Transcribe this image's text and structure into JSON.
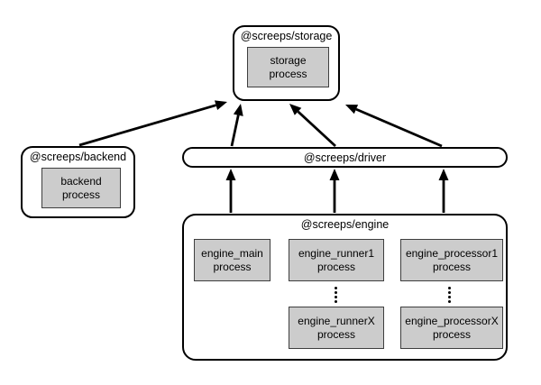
{
  "colors": {
    "background": "#ffffff",
    "node_border": "#000000",
    "process_fill": "#cccccc",
    "process_border": "#3e3e3e",
    "arrow": "#000000"
  },
  "diagram": {
    "storage": {
      "title": "@screeps/storage",
      "process": {
        "line1": "storage",
        "line2": "process"
      }
    },
    "backend": {
      "title": "@screeps/backend",
      "process": {
        "line1": "backend",
        "line2": "process"
      }
    },
    "driver": {
      "title": "@screeps/driver"
    },
    "engine": {
      "title": "@screeps/engine",
      "ellipsis_icon": "vertical-ellipsis",
      "processes": [
        {
          "line1": "engine_main",
          "line2": "process"
        },
        {
          "line1": "engine_runner1",
          "line2": "process"
        },
        {
          "line1": "engine_processor1",
          "line2": "process"
        },
        {
          "line1": "engine_runnerX",
          "line2": "process"
        },
        {
          "line1": "engine_processorX",
          "line2": "process"
        }
      ]
    }
  }
}
